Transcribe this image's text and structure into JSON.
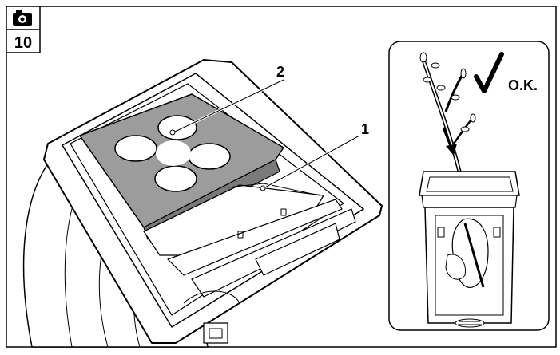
{
  "figure": {
    "step_number": "10",
    "camera_icon": "camera-icon",
    "callouts": [
      {
        "id": "1",
        "label": "1"
      },
      {
        "id": "2",
        "label": "2"
      }
    ],
    "inset": {
      "check_icon": "checkmark-icon",
      "ok_label": "O.K."
    },
    "colors": {
      "ink": "#000000",
      "paper": "#ffffff",
      "panel_gray": "#9c9c9c"
    }
  }
}
